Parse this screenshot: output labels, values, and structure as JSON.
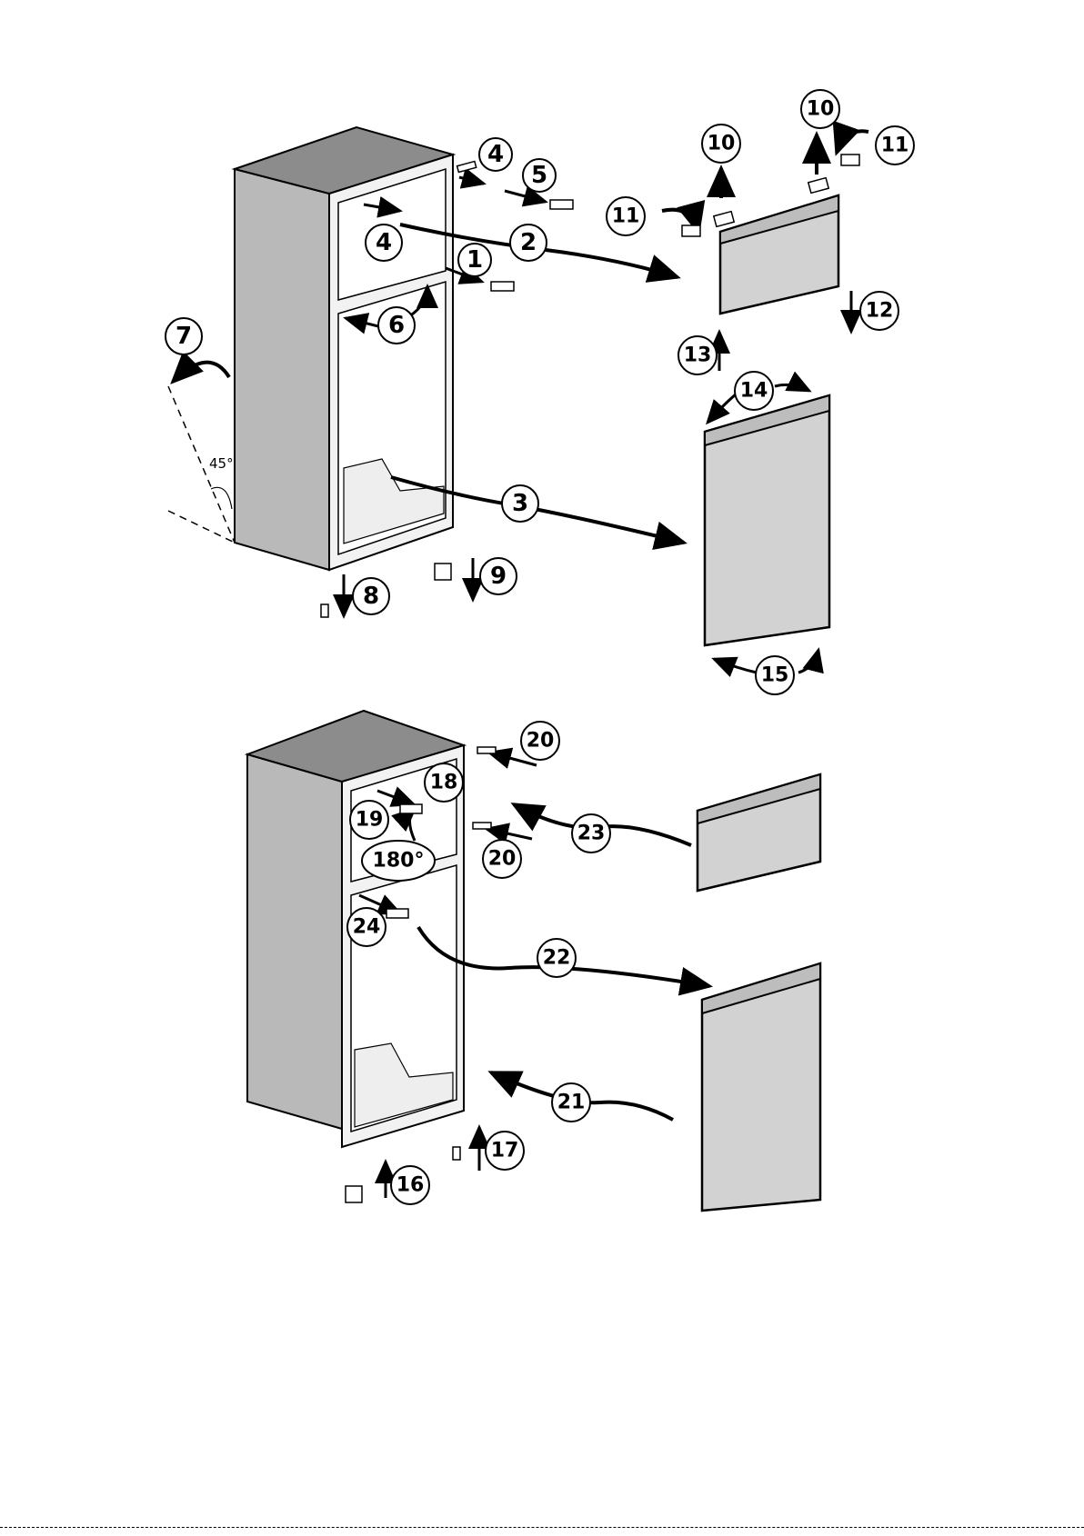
{
  "callouts_top": {
    "c1": "1",
    "c2": "2",
    "c3": "3",
    "c4a": "4",
    "c4b": "4",
    "c5": "5",
    "c6": "6",
    "c7": "7",
    "c8": "8",
    "c9": "9",
    "c10a": "10",
    "c10b": "10",
    "c11a": "11",
    "c11b": "11",
    "c12": "12",
    "c13": "13",
    "c14": "14",
    "c15": "15"
  },
  "angle_label": "45°",
  "callouts_bottom": {
    "c16": "16",
    "c17": "17",
    "c18": "18",
    "c19": "19",
    "c20a": "20",
    "c20b": "20",
    "c21": "21",
    "c22": "22",
    "c23": "23",
    "c24": "24",
    "c180": "180°"
  },
  "colors": {
    "cabinet_side": "#b9b9b9",
    "cabinet_top": "#8c8c8c",
    "door_panel": "#d2d2d2",
    "line": "#000000"
  }
}
